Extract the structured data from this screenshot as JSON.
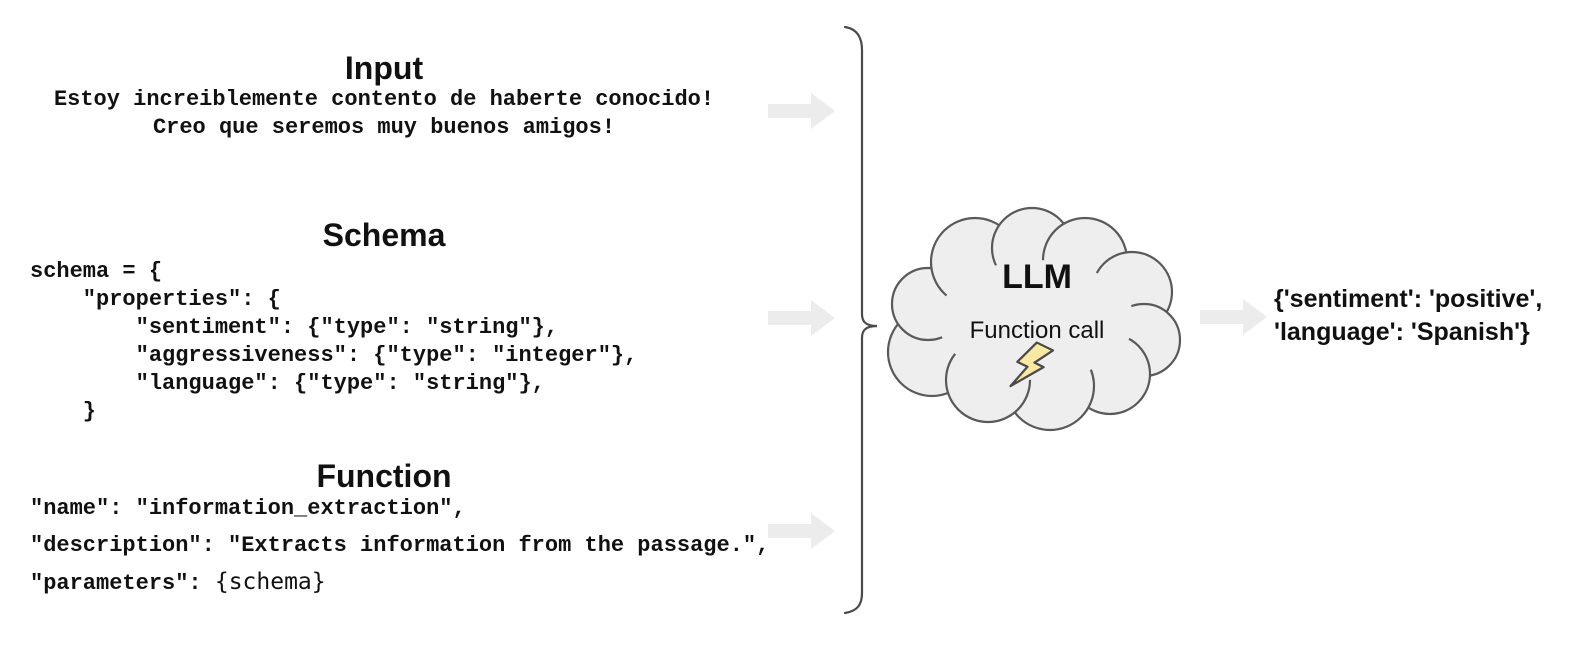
{
  "sections": {
    "input": {
      "title": "Input",
      "text": "Estoy increiblemente contento de haberte conocido!\nCreo que seremos muy buenos amigos!"
    },
    "schema": {
      "title": "Schema",
      "code": "schema = {\n    \"properties\": {\n        \"sentiment\": {\"type\": \"string\"},\n        \"aggressiveness\": {\"type\": \"integer\"},\n        \"language\": {\"type\": \"string\"},\n    }"
    },
    "function": {
      "title": "Function",
      "code_line1": "\"name\": \"information_extraction\",",
      "code_line2": "\"description\": \"Extracts information from the passage.\",",
      "params_prefix": "\"parameters\": ",
      "params_value": "{schema}"
    }
  },
  "llm": {
    "title": "LLM",
    "subtitle": "Function call",
    "icon": "lightning-bolt-icon"
  },
  "output": {
    "text": "{'sentiment': 'positive',\n'language': 'Spanish'}"
  },
  "colors": {
    "arrow_fill": "#ececec",
    "cloud_fill": "#eeeeee",
    "cloud_stroke": "#595959",
    "brace_stroke": "#4a4a4a",
    "bolt_fill": "#f8e8a2",
    "text": "#111111"
  }
}
